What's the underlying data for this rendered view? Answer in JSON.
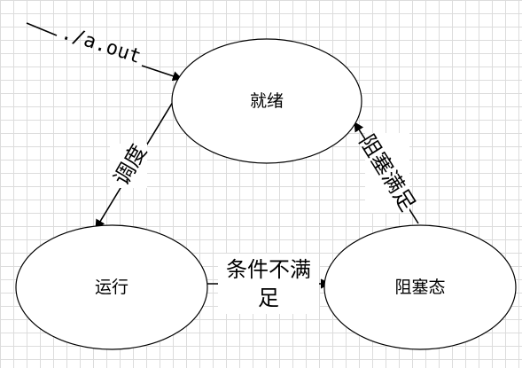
{
  "states": {
    "ready": "就绪",
    "running": "运行",
    "blocked": "阻塞态"
  },
  "edges": {
    "start": "./a.out",
    "schedule": "调度",
    "block_cond_line1": "条件不满",
    "block_cond_line2": "足",
    "unblock": "阻塞满足"
  }
}
